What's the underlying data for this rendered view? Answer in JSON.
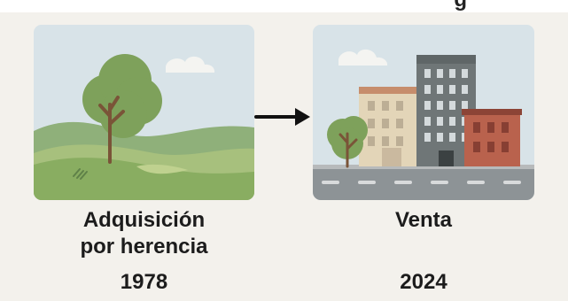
{
  "diagram": {
    "top_partial_text": "g",
    "left": {
      "title_line1": "Adquisición",
      "title_line2": "por herencia",
      "year": "1978"
    },
    "right": {
      "title": "Venta",
      "year": "2024"
    },
    "arrow_icon": "right-arrow-icon",
    "colors": {
      "sky": "#d8e3e8",
      "hills": "#8fb07a",
      "grass": "#a7c07d",
      "tree": "#7ea15b",
      "trunk": "#7a5438",
      "building_beige": "#e3d5b8",
      "building_gray": "#6f7677",
      "building_red": "#b9624d",
      "road": "#8d9396"
    }
  }
}
